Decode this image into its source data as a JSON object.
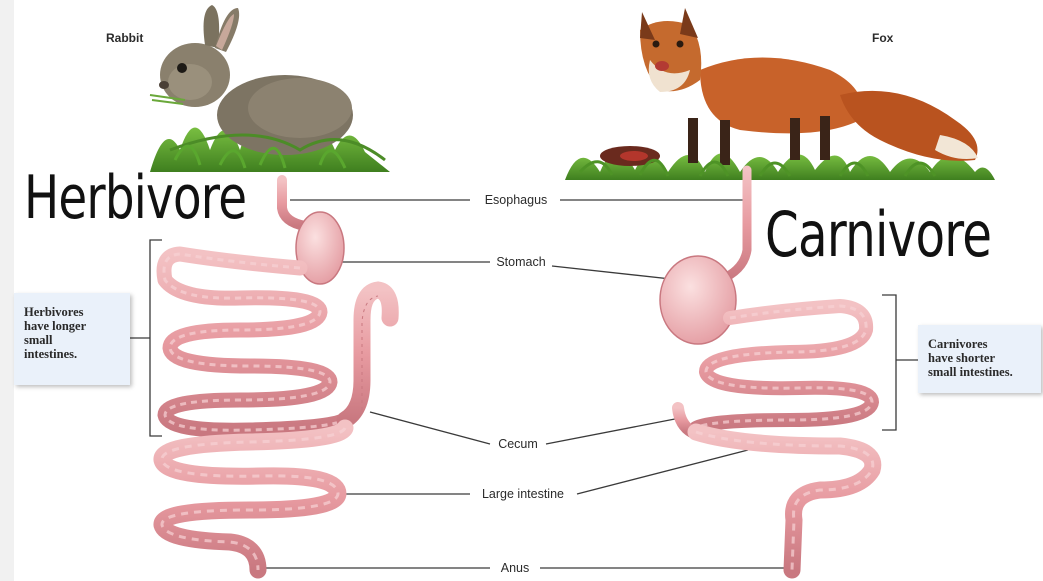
{
  "animals": {
    "left": "Rabbit",
    "right": "Fox"
  },
  "titles": {
    "left": "Herbivore",
    "right": "Carnivore"
  },
  "labels": {
    "esophagus": "Esophagus",
    "stomach": "Stomach",
    "cecum": "Cecum",
    "large_intestine": "Large intestine",
    "anus": "Anus"
  },
  "notes": {
    "herbivore": [
      "Herbivores",
      "have longer",
      "small",
      "intestines."
    ],
    "carnivore": [
      "Carnivores",
      "have shorter",
      "small intestines."
    ]
  },
  "colors": {
    "gut": "#e8a0a4",
    "gut_dark": "#c8747c",
    "note_bg": "#eaf1fa",
    "grass": "#4f9a2a",
    "rabbit_fur": "#7d7463",
    "fox_fur": "#c8622a"
  }
}
